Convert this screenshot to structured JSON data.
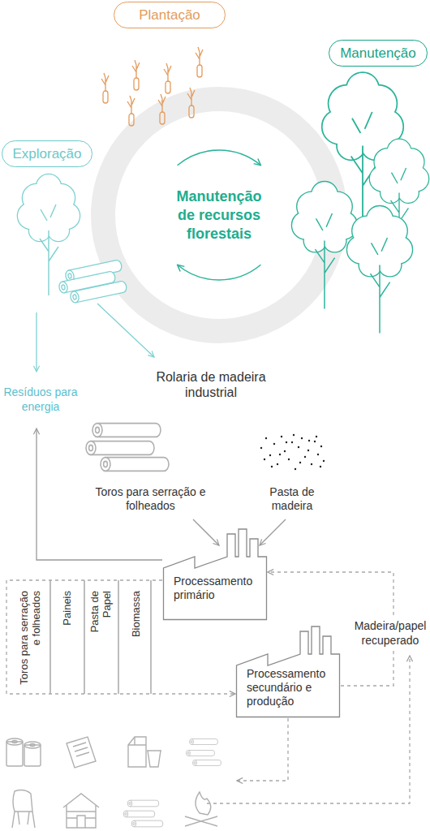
{
  "diagram": {
    "nodes": [
      {
        "text": [
          "Plantação"
        ]
      },
      {
        "text": [
          "Manutenção"
        ]
      },
      {
        "text": [
          "Exploração"
        ]
      },
      {
        "text": [
          "Manutenção de recursos florestais"
        ]
      },
      {
        "text": [
          "Processamento primário"
        ]
      },
      {
        "text": [
          "Processamento secundário e produção"
        ]
      }
    ],
    "edges": [
      {
        "from": 4,
        "to": 5,
        "arrow": "to"
      },
      {
        "from": 5,
        "to": 4,
        "label": "Madeira/papel recuperado",
        "arrow": "to"
      }
    ],
    "labels": [
      "Rolaria de madeira industrial",
      "Resíduos para energia",
      "Toros para serração e folheados",
      "Pasta de madeira",
      "Toros para serração e folheados",
      "Paineis",
      "Pasta de Papel",
      "Biomassa"
    ]
  }
}
